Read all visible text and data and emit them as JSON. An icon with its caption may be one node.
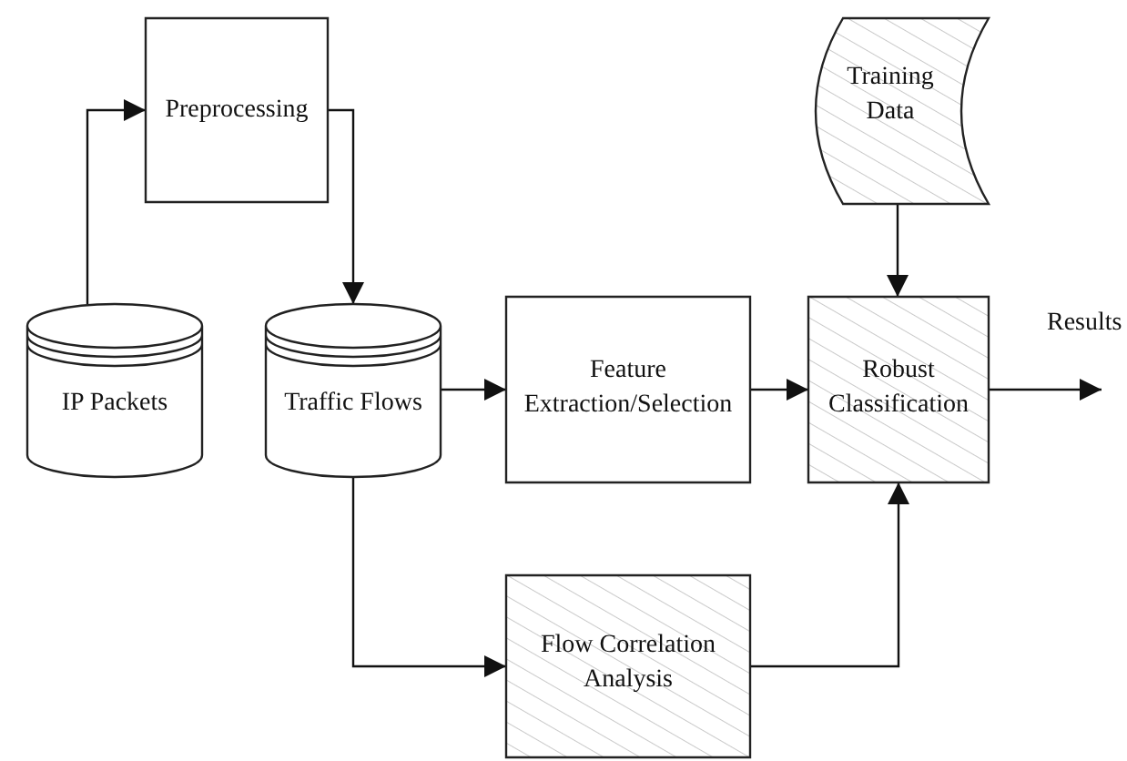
{
  "diagram": {
    "nodes": [
      {
        "text": [
          "Preprocessing"
        ]
      },
      {
        "text": [
          "IP Packets"
        ]
      },
      {
        "text": [
          "Traffic Flows"
        ]
      },
      {
        "text": [
          "Feature Extraction/Selection"
        ]
      },
      {
        "text": [
          "Training Data"
        ]
      },
      {
        "text": [
          "Robust Classification"
        ]
      },
      {
        "text": [
          "Flow Correlation Analysis"
        ]
      }
    ],
    "edges": [
      {
        "from": 1,
        "to": 0,
        "arrow": "to"
      },
      {
        "from": 0,
        "to": 2,
        "arrow": "to"
      },
      {
        "from": 2,
        "to": 3,
        "arrow": "to"
      },
      {
        "from": 3,
        "to": 5,
        "arrow": "to"
      },
      {
        "from": 4,
        "to": 5,
        "arrow": "to"
      },
      {
        "from": 2,
        "to": 6,
        "arrow": "to"
      },
      {
        "from": 6,
        "to": 5,
        "arrow": "to"
      },
      {
        "from": 5,
        "to": null,
        "arrow": "to"
      }
    ],
    "labels": [
      "Results"
    ]
  }
}
